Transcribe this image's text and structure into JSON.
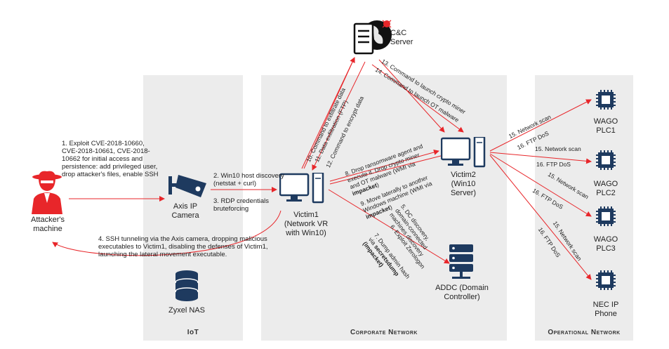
{
  "zones": {
    "iot": "IoT",
    "corporate": "Corporate Network",
    "operational": "Operational Network"
  },
  "nodes": {
    "attacker": "Attacker's machine",
    "camera": "Axis IP Camera",
    "nas": "Zyxel NAS",
    "victim1": "Victim1 (Network VR with Win10)",
    "victim2": "Victim2 (Win10 Server)",
    "addc": "ADDC (Domain Controller)",
    "cc": "C&C Server",
    "plc1": "WAGO PLC1",
    "plc2": "WAGO PLC2",
    "plc3": "WAGO PLC3",
    "nec": "NEC IP Phone"
  },
  "steps": {
    "s1": "1. Exploit CVE-2018-10660, CVE-2018-10661, CVE-2018-10662 for initial access and persistence: add privileged user, drop attacker's files, enable SSH",
    "s2": "2. Win10 host discovery (netstat + curl)",
    "s3": "3. RDP credentials bruteforcing",
    "s4": "4. SSH tunneling via the Axis camera, dropping malicious executables to Victim1, disabling the defenses of Victim1, launching the lateral movement executable.",
    "s5": "5. DC discovery, domain-connected machines discovery",
    "s6": "6. Exploit Zerologon",
    "s7a": "7. Dump admin hash via ",
    "s7b": "secretsdump",
    "s7c": " (impacket)",
    "s8a": "8. Drop ransomware agent and execute it. Drop crypto miner and OT malware (WMI via ",
    "s8b": "impacket",
    "s8c": ")",
    "s9a": "9. Move laterally to another Windows machine (WMI via ",
    "s9b": "impacket",
    "s9c": ")",
    "s10": "10. Command to exfiltrate data",
    "s11": "11. Data exfiltration (FTP)",
    "s12": "12. Command to encrypt data",
    "s13": "13. Command to launch crypto miner",
    "s14": "14. Command to launch OT malware",
    "s15": "15. Network scan",
    "s16": "16. FTP DoS"
  },
  "colors": {
    "arrow": "#e8262a",
    "attacker": "#e8262a",
    "device": "#1e3a5f",
    "zone": "#ececec"
  }
}
